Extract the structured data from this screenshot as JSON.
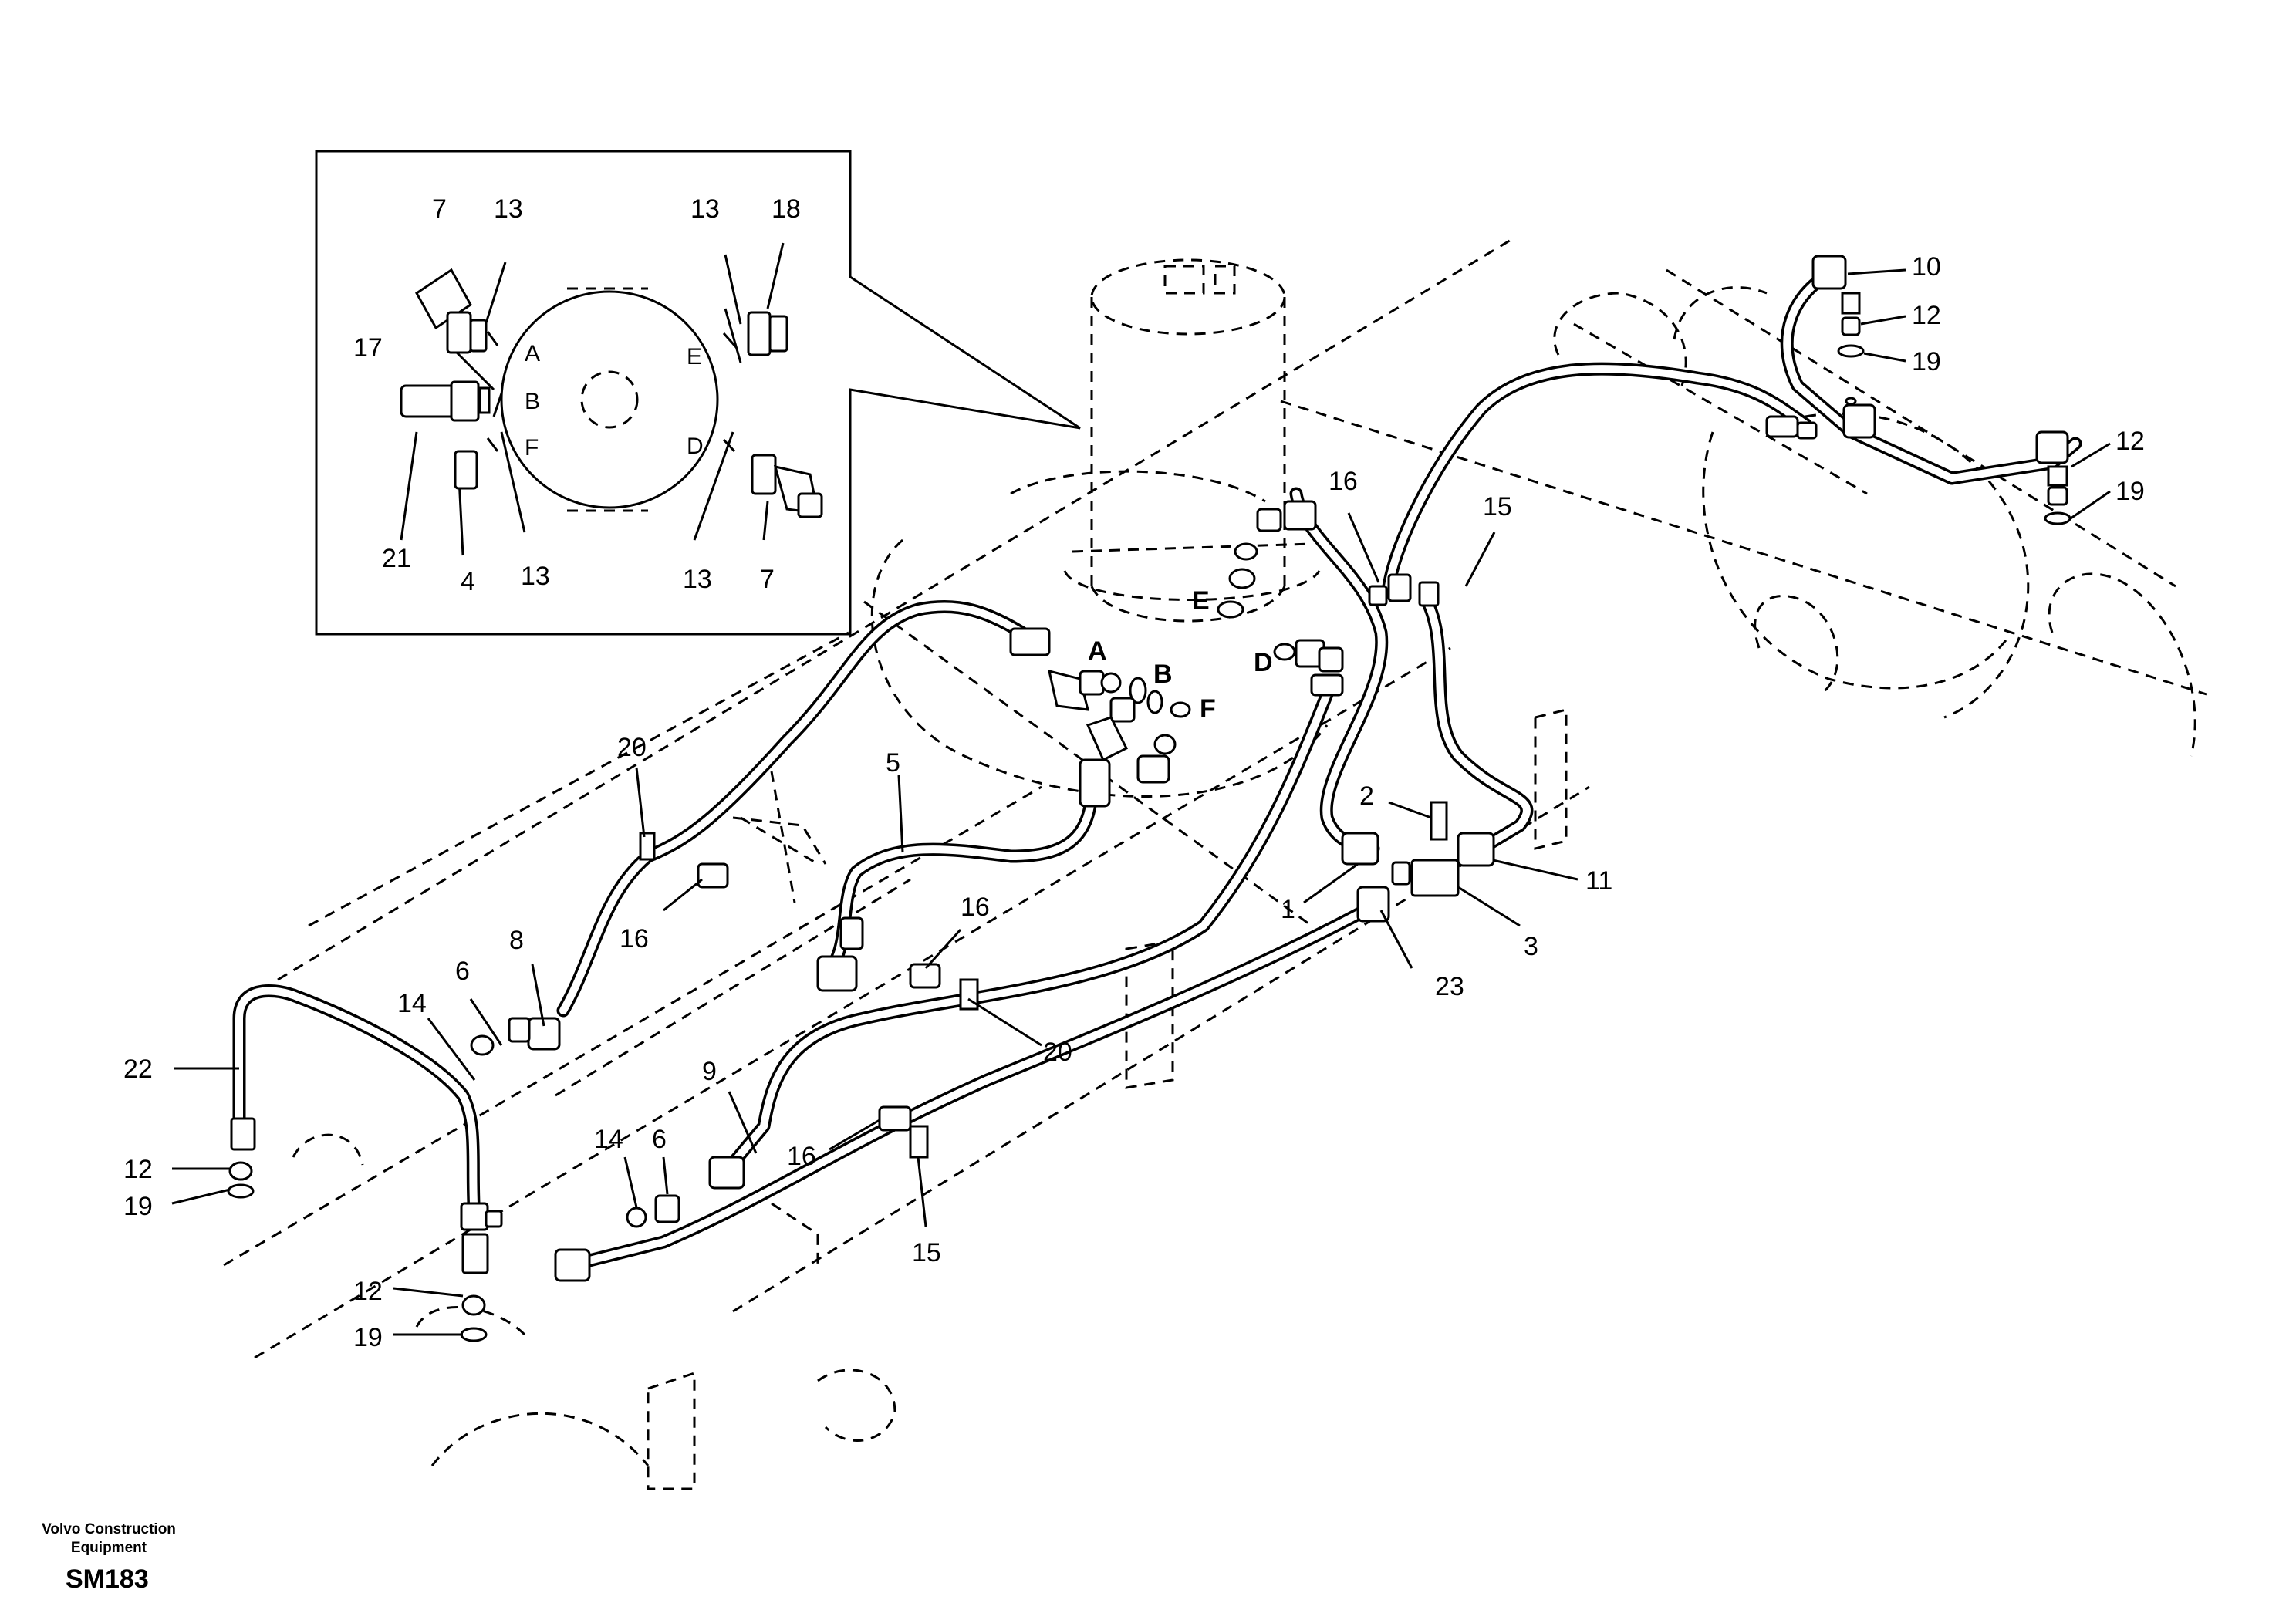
{
  "labels": {
    "c7a": "7",
    "c13a": "13",
    "c13b": "13",
    "c18": "18",
    "c17": "17",
    "c21": "21",
    "c4": "4",
    "c13c": "13",
    "c13d": "13",
    "c7b": "7",
    "c10": "10",
    "c12a": "12",
    "c19a": "19",
    "c12b": "12",
    "c19b": "19",
    "c16a": "16",
    "c15a": "15",
    "c2": "2",
    "c11": "11",
    "c1": "1",
    "c3": "3",
    "c23": "23",
    "c20a": "20",
    "c5": "5",
    "c16b": "16",
    "c16c": "16",
    "c20b": "20",
    "c6a": "6",
    "c8": "8",
    "c14a": "14",
    "c22": "22",
    "c12c": "12",
    "c19c": "19",
    "c9": "9",
    "c14b": "14",
    "c6b": "6",
    "c16d": "16",
    "c15b": "15",
    "c12d": "12",
    "c19d": "19"
  },
  "ports": {
    "inset": {
      "a": "A",
      "b": "B",
      "f": "F",
      "e": "E",
      "d": "D"
    },
    "main": {
      "a": "A",
      "b": "B",
      "f": "F",
      "e": "E",
      "d": "D"
    }
  },
  "footer": {
    "brand_line1": "Volvo Construction",
    "brand_line2": "Equipment",
    "code": "SM183"
  }
}
